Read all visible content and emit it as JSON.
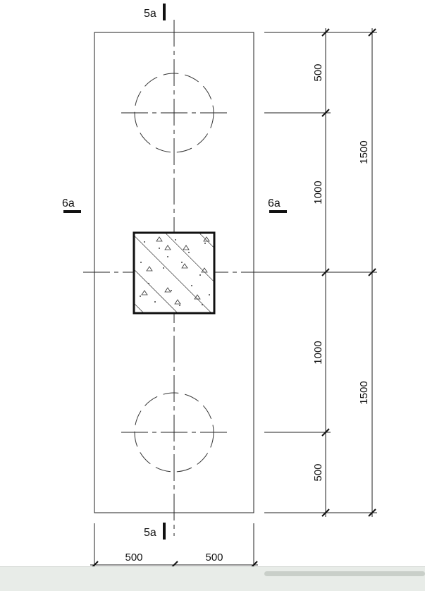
{
  "sections": {
    "top": "5a",
    "bottom": "5a",
    "left": "6a",
    "right": "6a"
  },
  "dimensions": {
    "right_inner": [
      "500",
      "1000",
      "1000",
      "500"
    ],
    "right_outer": [
      "1500",
      "1500"
    ],
    "bottom": [
      "500",
      "500"
    ]
  }
}
